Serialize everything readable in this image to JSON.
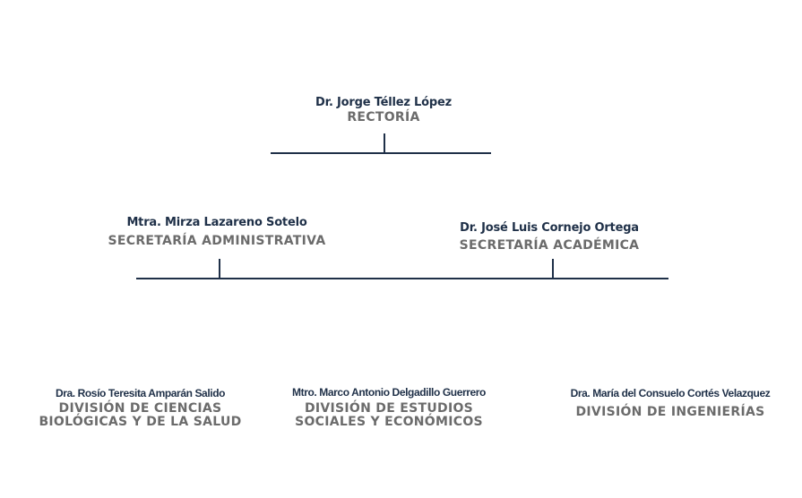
{
  "rector": {
    "name": "Dr. Jorge Téllez López",
    "title": "RECTORÍA"
  },
  "secretarias": [
    {
      "name": "Mtra. Mirza Lazareno Sotelo",
      "title": "SECRETARÍA ADMINISTRATIVA"
    },
    {
      "name": "Dr. José Luis Cornejo Ortega",
      "title": "SECRETARÍA ACADÉMICA"
    }
  ],
  "divisiones": [
    {
      "name": "Dra. Rosío Teresita Amparán Salido",
      "title_lines": [
        "DIVISIÓN DE CIENCIAS",
        "BIOLÓGICAS Y DE LA SALUD"
      ]
    },
    {
      "name": "Mtro. Marco Antonio Delgadillo Guerrero",
      "title_lines": [
        "DIVISIÓN DE ESTUDIOS",
        "SOCIALES Y ECONÓMICOS"
      ]
    },
    {
      "name": "Dra. María del Consuelo Cortés Velazquez",
      "title_lines": [
        "DIVISIÓN DE INGENIERÍAS"
      ]
    }
  ],
  "colors": {
    "name": "#1f3048",
    "title": "#6b6b6b",
    "connector": "#1f3048"
  }
}
